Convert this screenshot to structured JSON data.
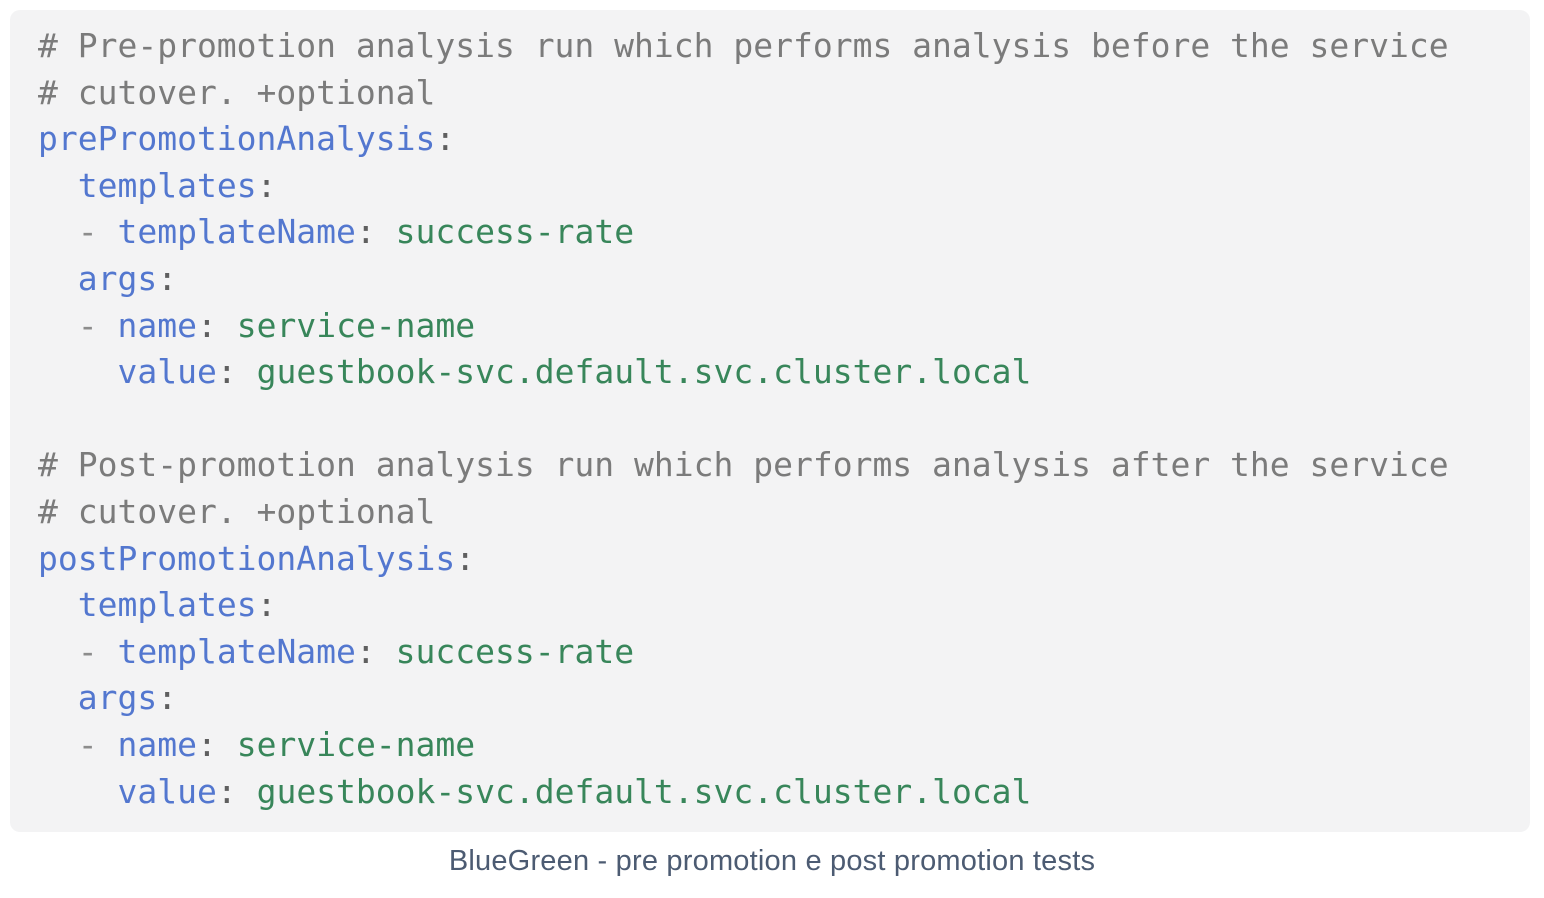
{
  "caption": {
    "text": "BlueGreen - pre promotion e post promotion tests"
  },
  "colors": {
    "page_background": "#ffffff",
    "code_background": "#f3f3f4",
    "comment": "#7b7b7b",
    "key": "#5377cf",
    "value": "#38865a",
    "punct": "#5f5f5f",
    "dash": "#8c8c8c",
    "caption": "#4c5b72"
  },
  "code": {
    "language": "yaml",
    "lines": [
      [
        [
          "comment",
          "# Pre-promotion analysis run which performs analysis before the service"
        ]
      ],
      [
        [
          "comment",
          "# cutover. +optional"
        ]
      ],
      [
        [
          "key",
          "prePromotionAnalysis"
        ],
        [
          "punct",
          ":"
        ]
      ],
      [
        [
          "plain",
          "  "
        ],
        [
          "key",
          "templates"
        ],
        [
          "punct",
          ":"
        ]
      ],
      [
        [
          "plain",
          "  "
        ],
        [
          "dash",
          "- "
        ],
        [
          "key",
          "templateName"
        ],
        [
          "punct",
          ": "
        ],
        [
          "value",
          "success-rate"
        ]
      ],
      [
        [
          "plain",
          "  "
        ],
        [
          "key",
          "args"
        ],
        [
          "punct",
          ":"
        ]
      ],
      [
        [
          "plain",
          "  "
        ],
        [
          "dash",
          "- "
        ],
        [
          "key",
          "name"
        ],
        [
          "punct",
          ": "
        ],
        [
          "value",
          "service-name"
        ]
      ],
      [
        [
          "plain",
          "    "
        ],
        [
          "key",
          "value"
        ],
        [
          "punct",
          ": "
        ],
        [
          "value",
          "guestbook-svc.default.svc.cluster.local"
        ]
      ],
      [],
      [
        [
          "comment",
          "# Post-promotion analysis run which performs analysis after the service"
        ]
      ],
      [
        [
          "comment",
          "# cutover. +optional"
        ]
      ],
      [
        [
          "key",
          "postPromotionAnalysis"
        ],
        [
          "punct",
          ":"
        ]
      ],
      [
        [
          "plain",
          "  "
        ],
        [
          "key",
          "templates"
        ],
        [
          "punct",
          ":"
        ]
      ],
      [
        [
          "plain",
          "  "
        ],
        [
          "dash",
          "- "
        ],
        [
          "key",
          "templateName"
        ],
        [
          "punct",
          ": "
        ],
        [
          "value",
          "success-rate"
        ]
      ],
      [
        [
          "plain",
          "  "
        ],
        [
          "key",
          "args"
        ],
        [
          "punct",
          ":"
        ]
      ],
      [
        [
          "plain",
          "  "
        ],
        [
          "dash",
          "- "
        ],
        [
          "key",
          "name"
        ],
        [
          "punct",
          ": "
        ],
        [
          "value",
          "service-name"
        ]
      ],
      [
        [
          "plain",
          "    "
        ],
        [
          "key",
          "value"
        ],
        [
          "punct",
          ": "
        ],
        [
          "value",
          "guestbook-svc.default.svc.cluster.local"
        ]
      ]
    ]
  }
}
